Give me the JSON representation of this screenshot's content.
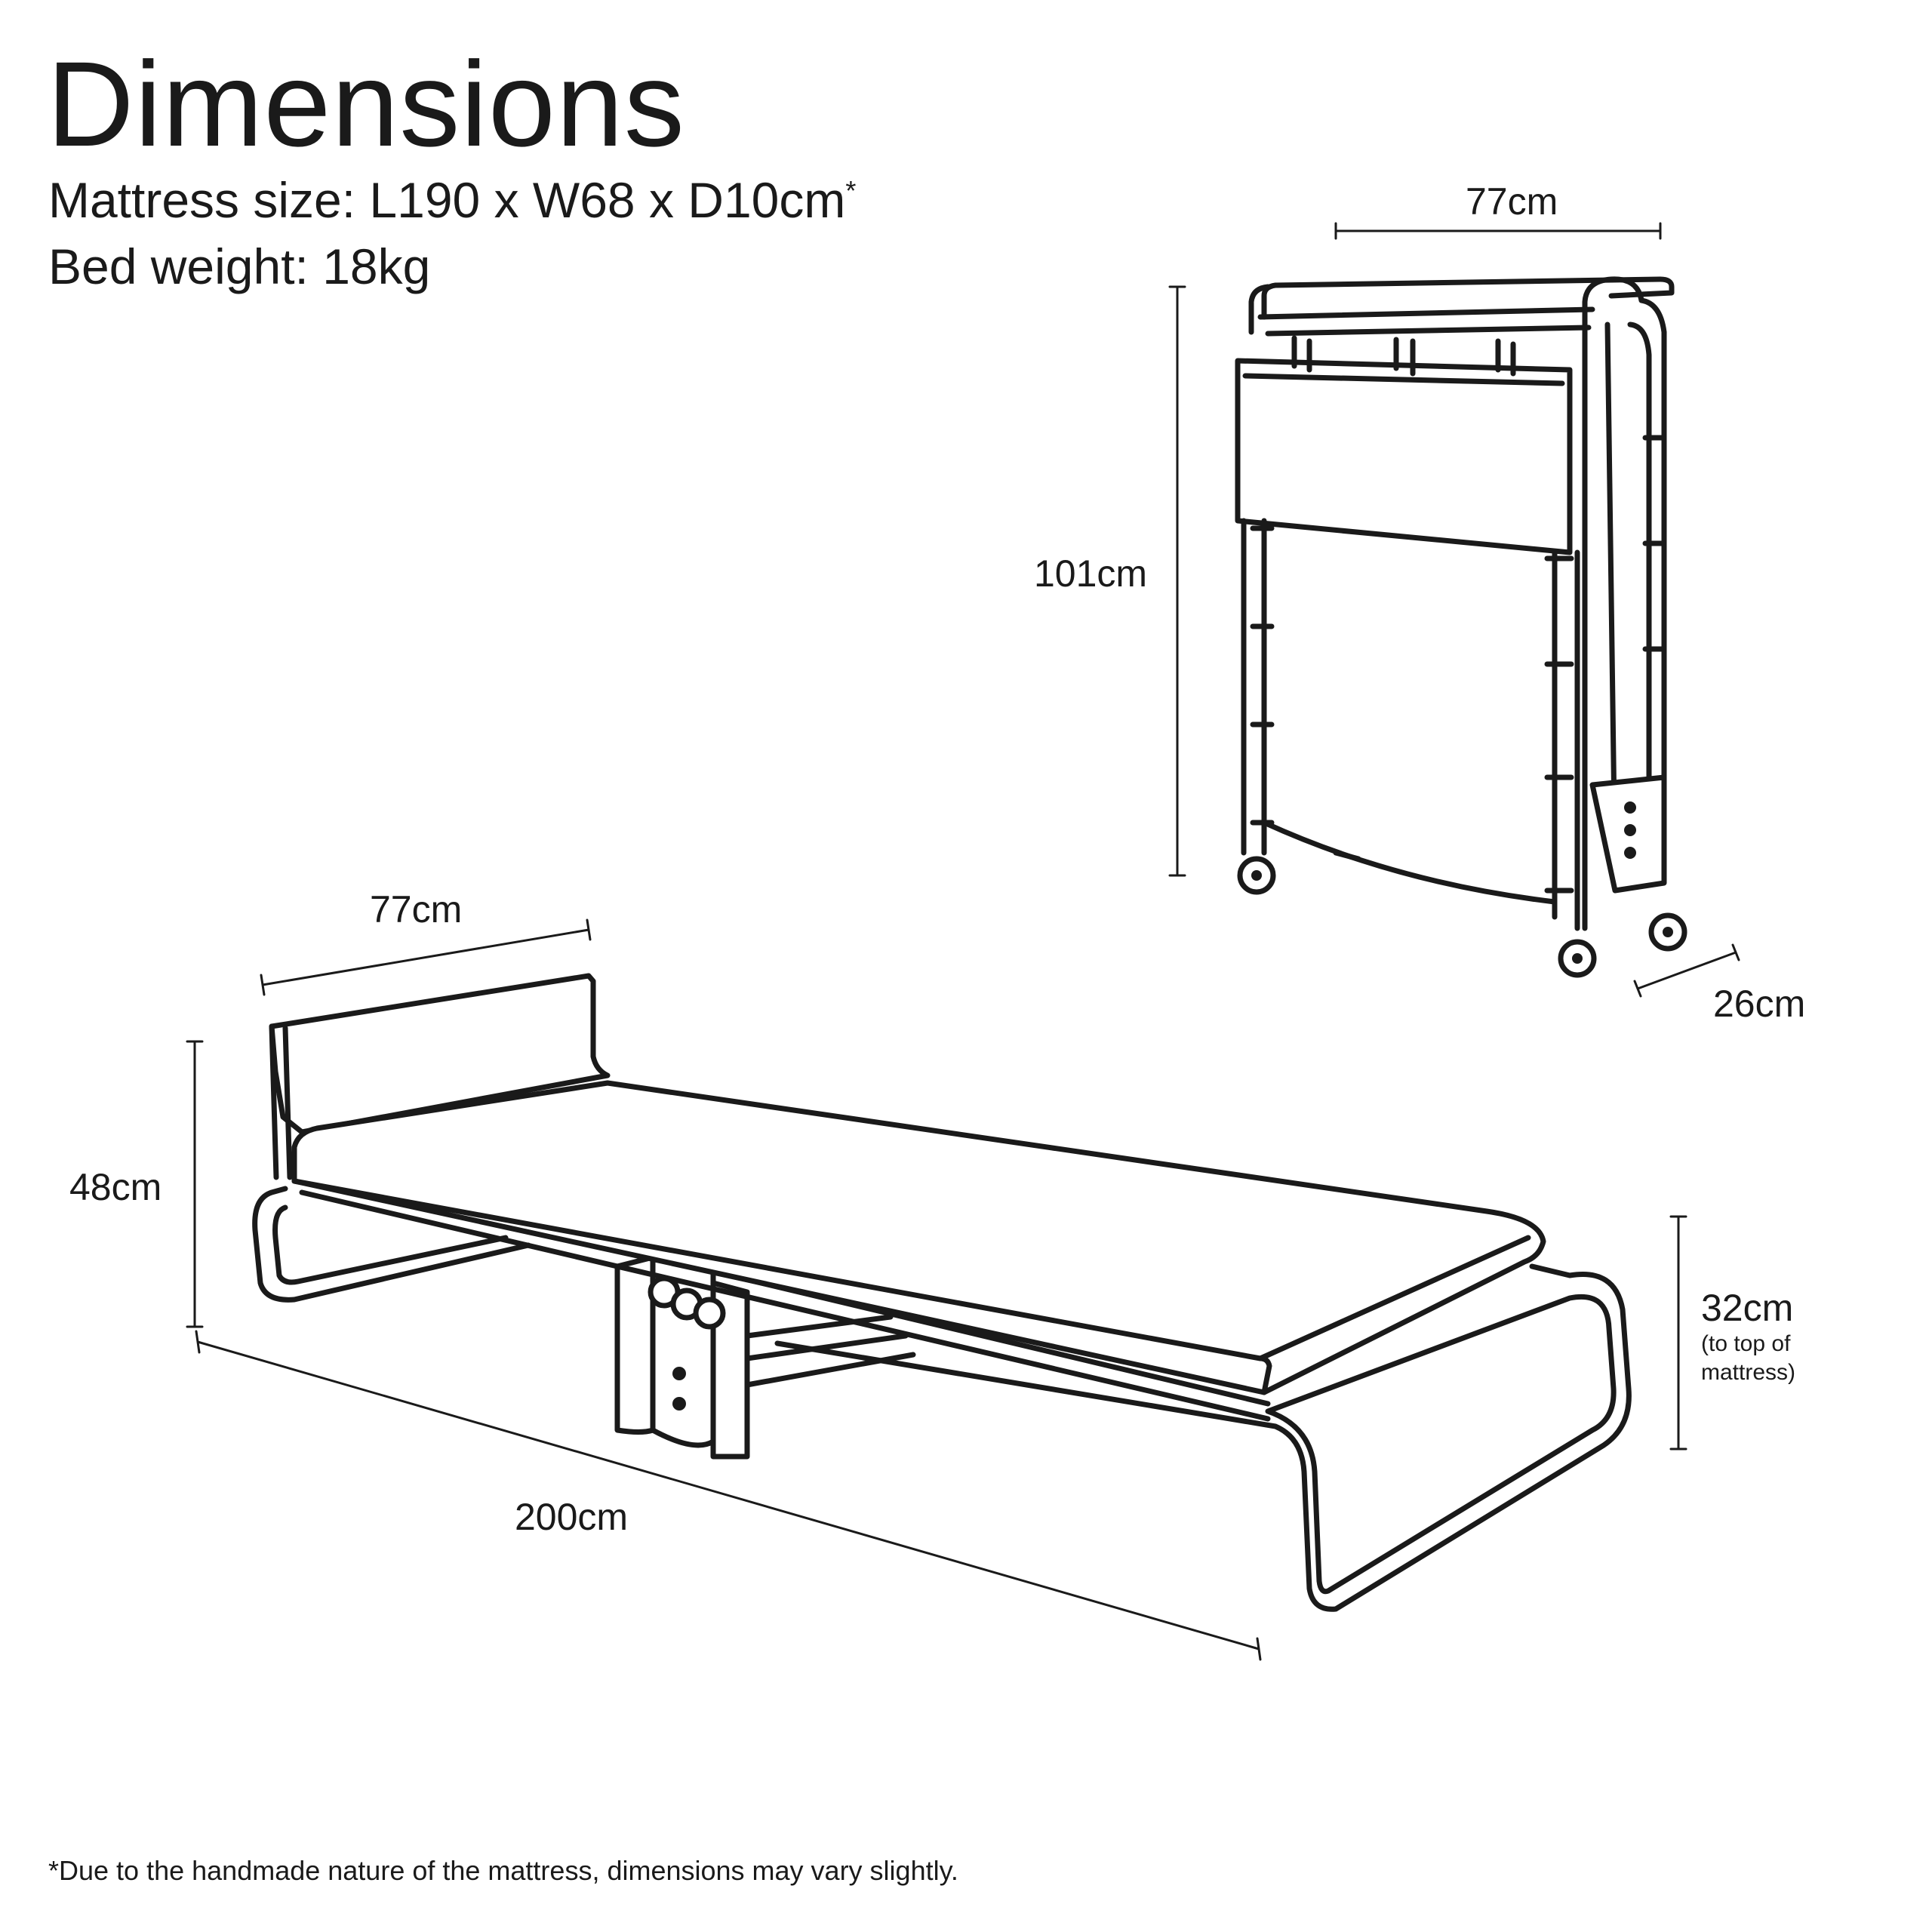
{
  "title": "Dimensions",
  "specs": {
    "mattress_label": "Mattress size: L190 x W68 x D10cm",
    "asterisk": "*",
    "weight_label": "Bed weight: 18kg"
  },
  "folded": {
    "width": "77cm",
    "height": "101cm",
    "depth": "26cm"
  },
  "open": {
    "width": "77cm",
    "headboard_height": "48cm",
    "length": "200cm",
    "mattress_height": "32cm",
    "mattress_height_note_1": "(to top of",
    "mattress_height_note_2": "mattress)"
  },
  "footnote": "*Due to the handmade nature of the mattress, dimensions may vary slightly."
}
